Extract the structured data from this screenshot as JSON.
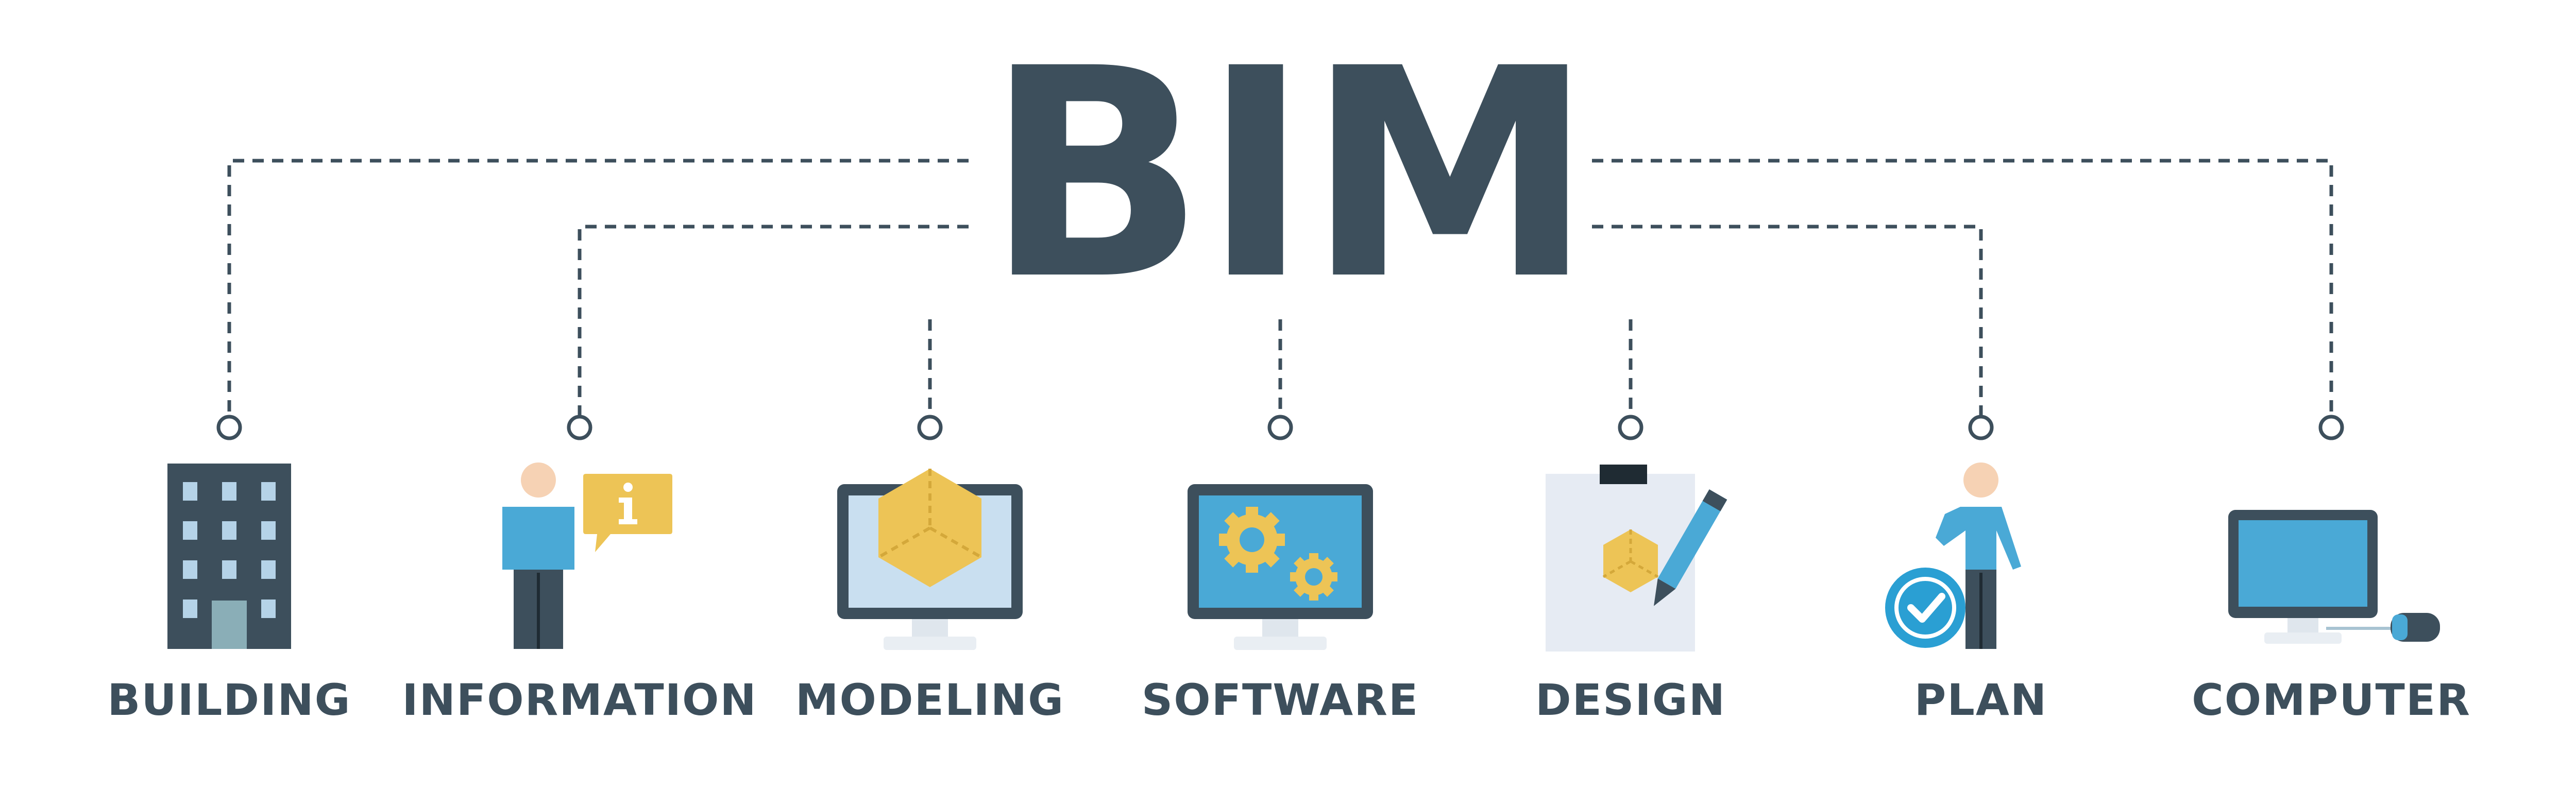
{
  "title": "BIM",
  "colors": {
    "dark": "#3d4f5c",
    "blue": "#4aa9d6",
    "yellow": "#edc456",
    "skin": "#f6d2b4",
    "paper": "#e6ebf3"
  },
  "items": [
    {
      "label": "BUILDING",
      "icon": "building-icon"
    },
    {
      "label": "INFORMATION",
      "icon": "person-info-icon"
    },
    {
      "label": "MODELING",
      "icon": "monitor-cube-icon"
    },
    {
      "label": "SOFTWARE",
      "icon": "monitor-gears-icon"
    },
    {
      "label": "DESIGN",
      "icon": "design-pencil-icon"
    },
    {
      "label": "PLAN",
      "icon": "person-check-icon"
    },
    {
      "label": "COMPUTER",
      "icon": "computer-mouse-icon"
    }
  ]
}
